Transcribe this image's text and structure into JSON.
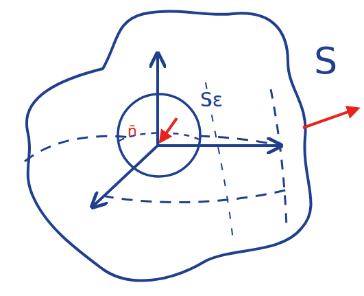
{
  "diagram": {
    "labels": [
      "S",
      "Sε",
      "n̄"
    ]
  }
}
